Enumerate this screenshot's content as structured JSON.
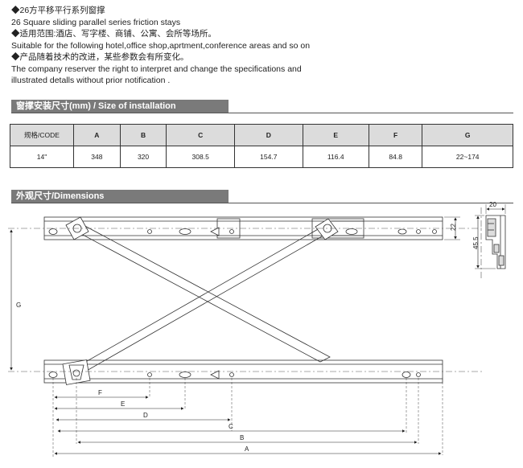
{
  "intro": {
    "title_cn": "◆26方平移平行系列窗撑",
    "title_en": "26 Square sliding parallel series friction stays",
    "scope_cn": "◆适用范围:酒店、写字楼、商铺、公寓、会所等场所。",
    "scope_en": "Suitable for the following hotel,office shop,aprtment,conference areas and so on",
    "notice_cn": "◆产品随着技术的改进，某些参数会有所变化。",
    "notice_en_1": "The company reserver the right to interpret and change the specifications and",
    "notice_en_2": "illustrated detalls without prior notification ."
  },
  "install_section": {
    "heading": "窗撑安装尺寸(mm) / Size of installation"
  },
  "spec_table": {
    "headers": [
      "规格/CODE",
      "A",
      "B",
      "C",
      "D",
      "E",
      "F",
      "G"
    ],
    "rows": [
      [
        "14\"",
        "348",
        "320",
        "308.5",
        "154.7",
        "116.4",
        "84.8",
        "22~174"
      ]
    ]
  },
  "dimensions_section": {
    "heading": "外观尺寸/Dimensions"
  },
  "drawing": {
    "labels": {
      "G": "G",
      "F": "F",
      "E": "E",
      "D": "D",
      "C": "C",
      "B": "B",
      "A": "A"
    },
    "side_view": {
      "width": "20",
      "height_small": "22",
      "height_total": "45.5"
    }
  }
}
